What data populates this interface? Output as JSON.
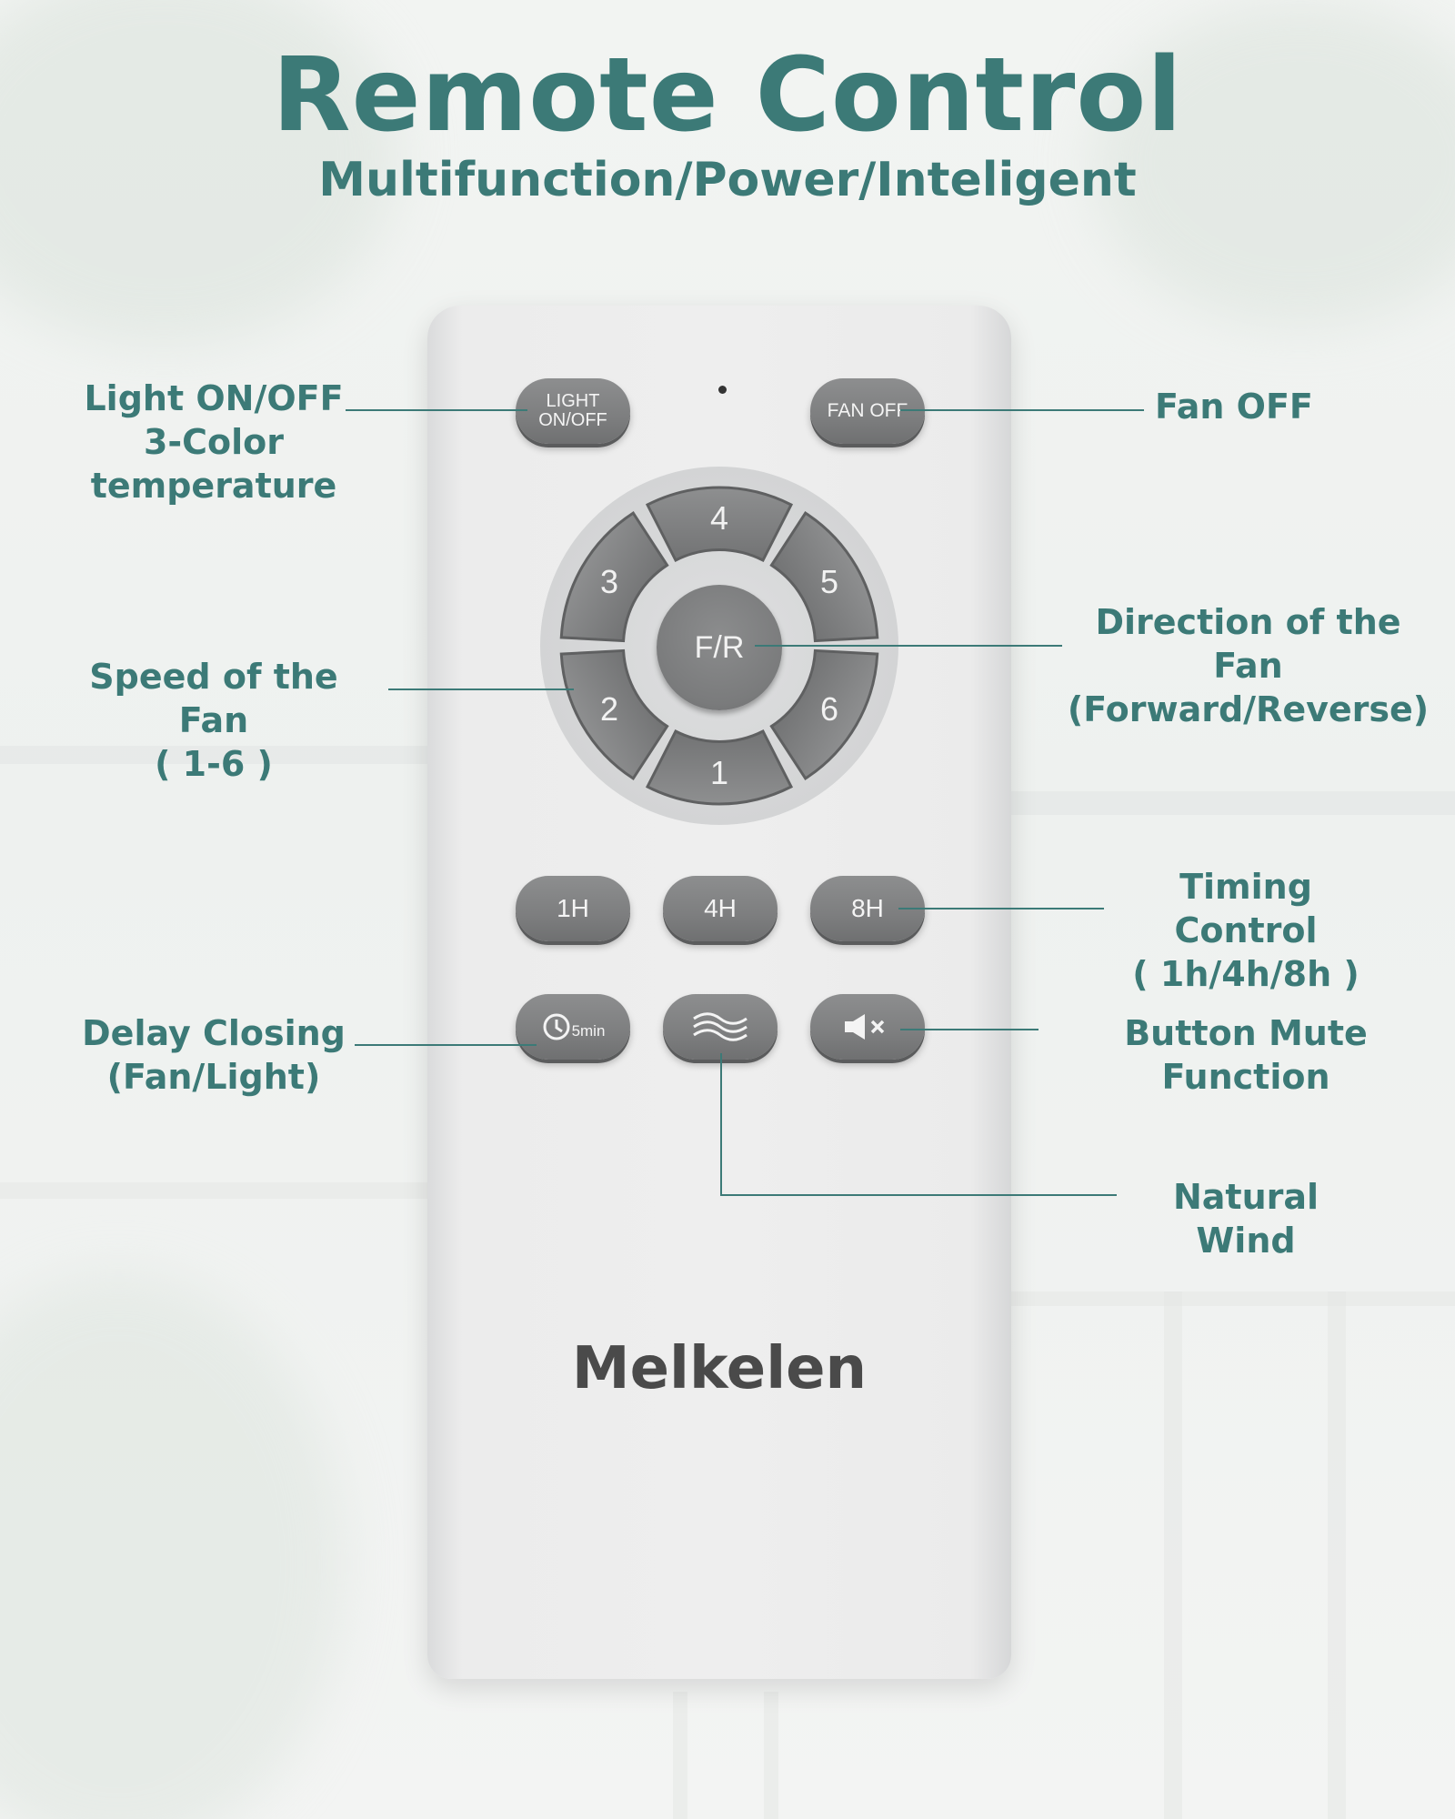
{
  "header": {
    "title": "Remote Control",
    "subtitle": "Multifunction/Power/Inteligent"
  },
  "buttons": {
    "light": [
      "LIGHT",
      "ON/OFF"
    ],
    "fan_off": "FAN OFF",
    "speed": [
      "1",
      "2",
      "3",
      "4",
      "5",
      "6"
    ],
    "fr": "F/R",
    "timer_1h": "1H",
    "timer_4h": "4H",
    "timer_8h": "8H",
    "delay_min": "5min"
  },
  "brand": "Melkelen",
  "callouts": {
    "light": [
      "Light ON/OFF",
      "3-Color temperature"
    ],
    "fan_off": "Fan OFF",
    "direction": [
      "Direction of the Fan",
      "(Forward/Reverse)"
    ],
    "speed": [
      "Speed of the Fan",
      "( 1-6 )"
    ],
    "timing": [
      "Timing Control",
      "( 1h/4h/8h )"
    ],
    "delay": [
      "Delay Closing",
      "(Fan/Light)"
    ],
    "mute": "Button Mute Function",
    "wind": "Natural Wind"
  },
  "colors": {
    "accent": "#3c7a77",
    "button": "#7d7e7f",
    "remote_body": "#eeeeee"
  },
  "icons": {
    "delay": "clock-icon",
    "wind": "wave-icon",
    "mute": "speaker-mute-icon"
  }
}
